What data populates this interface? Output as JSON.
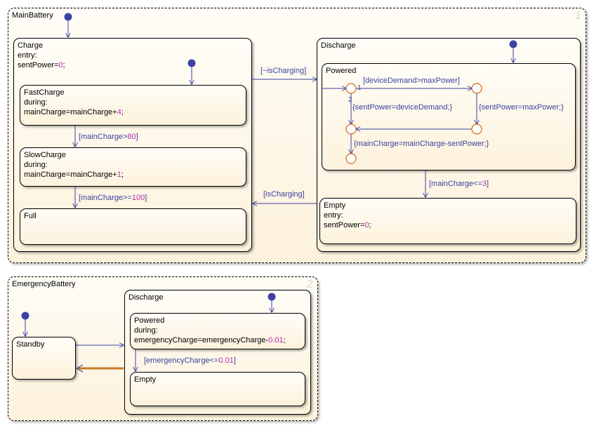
{
  "main_battery": {
    "label": "MainBattery",
    "number": "1",
    "charge": {
      "label": "Charge",
      "entry": "entry:",
      "action_prefix": "sentPower=",
      "action_value": "0",
      "action_suffix": ";"
    },
    "fast_charge": {
      "label": "FastCharge",
      "during": "during:",
      "action_prefix": "mainCharge=mainCharge+",
      "action_value": "4",
      "action_suffix": ";"
    },
    "slow_charge": {
      "label": "SlowCharge",
      "during": "during:",
      "action_prefix": "mainCharge=mainCharge+",
      "action_value": "1",
      "action_suffix": ";"
    },
    "full": {
      "label": "Full"
    },
    "discharge": {
      "label": "Discharge"
    },
    "powered": {
      "label": "Powered"
    },
    "empty": {
      "label": "Empty",
      "entry": "entry:",
      "action_prefix": "sentPower=",
      "action_value": "0",
      "action_suffix": ";"
    },
    "transitions": {
      "fast_to_slow_prefix": "[mainCharge>",
      "fast_to_slow_value": "80",
      "fast_to_slow_suffix": "]",
      "slow_to_full_prefix": "[mainCharge>=",
      "slow_to_full_value": "100",
      "slow_to_full_suffix": "]",
      "charge_to_discharge": "[~isCharging]",
      "discharge_to_charge": "[isCharging]",
      "powered_to_empty_prefix": "[mainCharge<=",
      "powered_to_empty_value": "3",
      "powered_to_empty_suffix": "]",
      "demand_gt_max": "[deviceDemand>maxPower]",
      "sent_eq_max": "{sentPower=maxPower;}",
      "sent_eq_demand": "{sentPower=deviceDemand;}",
      "charge_minus_sent": "{mainCharge=mainCharge-sentPower;}",
      "order_1": "1",
      "order_2": "2"
    }
  },
  "emergency_battery": {
    "label": "EmergencyBattery",
    "number": "2",
    "standby": {
      "label": "Standby"
    },
    "discharge": {
      "label": "Discharge"
    },
    "powered": {
      "label": "Powered",
      "during": "during:",
      "action_prefix": "emergencyCharge=emergencyCharge-",
      "action_value": "0.01",
      "action_suffix": ";"
    },
    "empty": {
      "label": "Empty"
    },
    "transitions": {
      "powered_to_empty_prefix": "[emergencyCharge<=",
      "powered_to_empty_value": "0.01",
      "powered_to_empty_suffix": "]"
    }
  },
  "colors": {
    "transition": "#3b3fa0",
    "literal": "#b32ab5",
    "junction": "#d46a12",
    "default_dot": "#3d42a3",
    "active_wire": "#c47a2a"
  }
}
